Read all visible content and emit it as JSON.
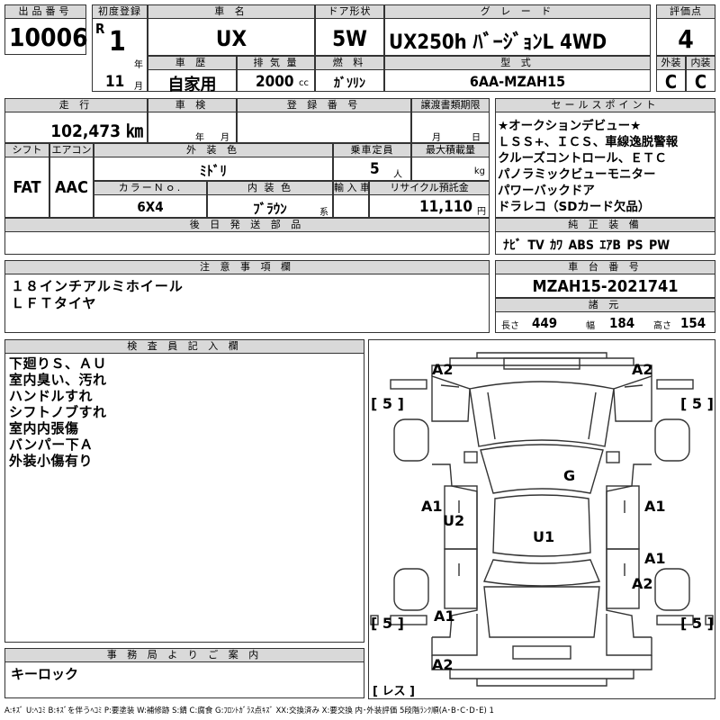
{
  "lot": {
    "label": "出品番号",
    "value": "10006"
  },
  "registration": {
    "label": "初度登録",
    "era": "R",
    "year": "1",
    "year_unit": "年",
    "month": "11",
    "month_unit": "月"
  },
  "car_name": {
    "label": "車 名",
    "value": "UX"
  },
  "door": {
    "label": "ドア形状",
    "value": "5W"
  },
  "grade": {
    "label": "グ レ ー ド",
    "value": "UX250h ﾊﾞｰｼﾞｮﾝL 4WD"
  },
  "score": {
    "label": "評価点",
    "value": "4"
  },
  "history": {
    "label": "車 歴",
    "value": "自家用"
  },
  "displacement": {
    "label": "排 気 量",
    "value": "2000",
    "unit": "cc"
  },
  "fuel": {
    "label": "燃 料",
    "value": "ｶﾞｿﾘﾝ"
  },
  "model_code": {
    "label": "型 式",
    "value": "6AA-MZAH15"
  },
  "ext_grade": {
    "label": "外装",
    "value": "C"
  },
  "int_grade": {
    "label": "内装",
    "value": "C"
  },
  "mileage": {
    "label": "走 行",
    "value": "102,473 ㎞"
  },
  "inspection": {
    "label": "車 検",
    "year_unit": "年",
    "month_unit": "月"
  },
  "plate": {
    "label": "登 録 番 号"
  },
  "transfer": {
    "label": "譲渡書類期限",
    "month_unit": "月",
    "day_unit": "日"
  },
  "shift": {
    "label": "シフト",
    "value": "FAT"
  },
  "aircon": {
    "label": "エアコン",
    "value": "AAC"
  },
  "exterior_color": {
    "label": "外 装 色",
    "value": "ﾐﾄﾞﾘ"
  },
  "capacity": {
    "label": "乗車定員",
    "value": "5",
    "unit": "人"
  },
  "load": {
    "label": "最大積載量",
    "unit": "kg"
  },
  "color_no": {
    "label": "カラーＮｏ.",
    "value": "6X4"
  },
  "interior_color": {
    "label": "内 装 色",
    "value": "ﾌﾞﾗｳﾝ",
    "suffix": "系"
  },
  "import": {
    "label": "輸 入 車"
  },
  "recycle": {
    "label": "リサイクル預託金",
    "value": "11,110",
    "unit": "円"
  },
  "sales_points": {
    "label": "セールスポイント",
    "lines": [
      "★オークションデビュー★",
      "ＬＳＳ+、ＩＣＳ、車線逸脱警報",
      "クルーズコントロール、ＥＴＣ",
      "パノラミックビューモニター",
      "パワーバックドア",
      "ドラレコ（SDカード欠品）"
    ]
  },
  "equipment": {
    "label": "純 正 装 備",
    "items": [
      "ﾅﾋﾞ",
      "TV",
      "ｶﾜ",
      "ABS",
      "ｴｱB",
      "PS",
      "PW"
    ]
  },
  "later_parts": {
    "label": "後 日 発 送 部 品"
  },
  "notes": {
    "label": "注 意 事 項 欄",
    "lines": [
      "１８インチアルミホイール",
      "ＬＦＴタイヤ"
    ]
  },
  "chassis": {
    "label": "車 台 番 号",
    "value": "MZAH15-2021741"
  },
  "specs": {
    "label": "諸 元",
    "length_label": "長さ",
    "length": "449",
    "width_label": "幅",
    "width": "184",
    "height_label": "高さ",
    "height": "154"
  },
  "inspector": {
    "label": "検 査 員 記 入 欄",
    "lines": [
      "下廻りＳ、ＡＵ",
      "室内臭い、汚れ",
      "ハンドルすれ",
      "シフトノブすれ",
      "室内内張傷",
      "バンパー下Ａ",
      "外装小傷有り"
    ]
  },
  "office": {
    "label": "事 務 局 よ り ご 案 内",
    "value": "キーロック"
  },
  "diagram": {
    "marks": [
      {
        "id": "front-left-corner",
        "text": "A2"
      },
      {
        "id": "front-right-corner",
        "text": "A2"
      },
      {
        "id": "tire-fl",
        "text": "[ 5 ]"
      },
      {
        "id": "tire-fr",
        "text": "[ 5 ]"
      },
      {
        "id": "glass",
        "text": "G"
      },
      {
        "id": "left-front-door",
        "text": "A1"
      },
      {
        "id": "right-front-door",
        "text": "A1"
      },
      {
        "id": "underbody-left",
        "text": "U2"
      },
      {
        "id": "underbody-center",
        "text": "U1"
      },
      {
        "id": "right-rear-door",
        "text": "A1"
      },
      {
        "id": "right-rear-fender",
        "text": "A2"
      },
      {
        "id": "left-rear-fender",
        "text": "A1"
      },
      {
        "id": "tire-rl",
        "text": "[ 5 ]"
      },
      {
        "id": "tire-rr",
        "text": "[ 5 ]"
      },
      {
        "id": "rear-bumper",
        "text": "A2"
      },
      {
        "id": "spare",
        "text": "[ レス ]"
      }
    ]
  },
  "legend": "A:ｷｽﾞ U:ﾍｺﾐ B:ｷｽﾞを伴うﾍｺﾐ P:要塗装 W:補修跡 S:錆 C:腐食 G:ﾌﾛﾝﾄｶﾞﾗｽ点ｷｽﾞ XX:交換済み X:要交換 内･外装評価 5段階ﾗﾝｸ順(A･B･C･D･E) 1"
}
